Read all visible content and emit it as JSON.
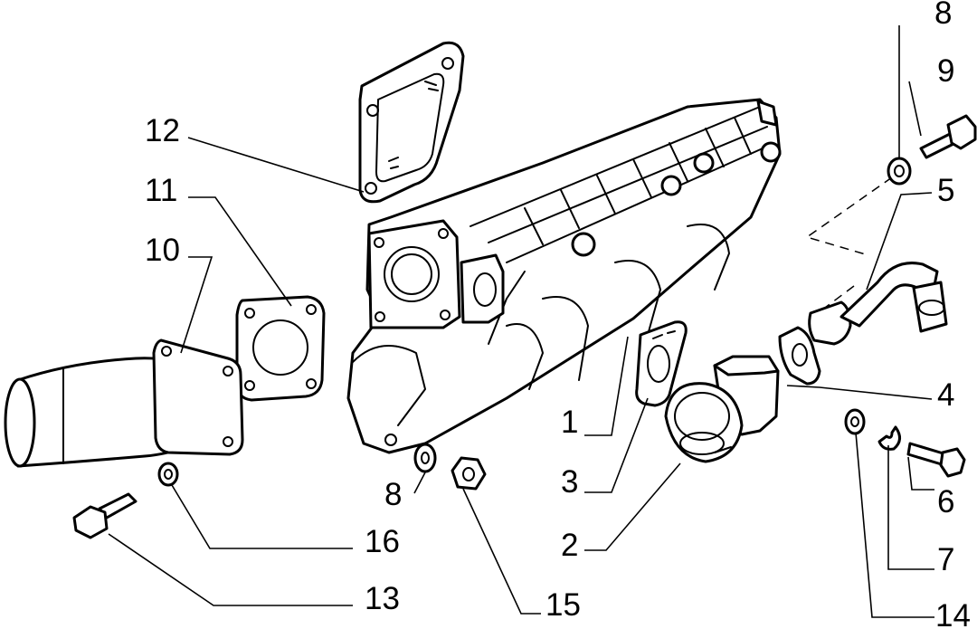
{
  "diagram": {
    "type": "exploded-parts-diagram",
    "callouts": [
      {
        "id": "8a",
        "label": "8"
      },
      {
        "id": "9",
        "label": "9"
      },
      {
        "id": "5",
        "label": "5"
      },
      {
        "id": "12",
        "label": "12"
      },
      {
        "id": "11",
        "label": "11"
      },
      {
        "id": "10",
        "label": "10"
      },
      {
        "id": "4",
        "label": "4"
      },
      {
        "id": "1",
        "label": "1"
      },
      {
        "id": "8b",
        "label": "8"
      },
      {
        "id": "3",
        "label": "3"
      },
      {
        "id": "6",
        "label": "6"
      },
      {
        "id": "16",
        "label": "16"
      },
      {
        "id": "2",
        "label": "2"
      },
      {
        "id": "7",
        "label": "7"
      },
      {
        "id": "13",
        "label": "13"
      },
      {
        "id": "15",
        "label": "15"
      },
      {
        "id": "14",
        "label": "14"
      }
    ]
  }
}
